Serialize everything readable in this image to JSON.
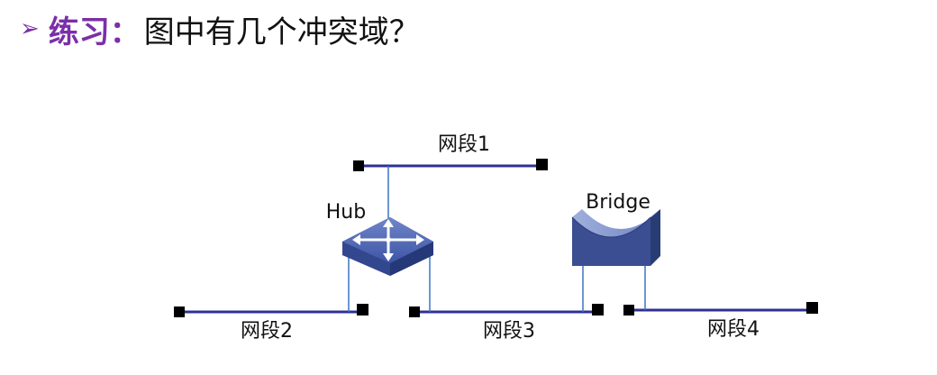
{
  "header": {
    "bullet": "➢",
    "prefix": "练习：",
    "question": "图中有几个冲突域？"
  },
  "diagram": {
    "colors": {
      "segment_line": "#2e3192",
      "drop_line": "#3a74c4",
      "terminator": "#000000",
      "device_blue": "#3b4e91"
    },
    "devices": {
      "hub_label": "Hub",
      "bridge_label": "Bridge"
    },
    "segments": {
      "seg1": "网段1",
      "seg2": "网段2",
      "seg3": "网段3",
      "seg4": "网段4"
    }
  }
}
